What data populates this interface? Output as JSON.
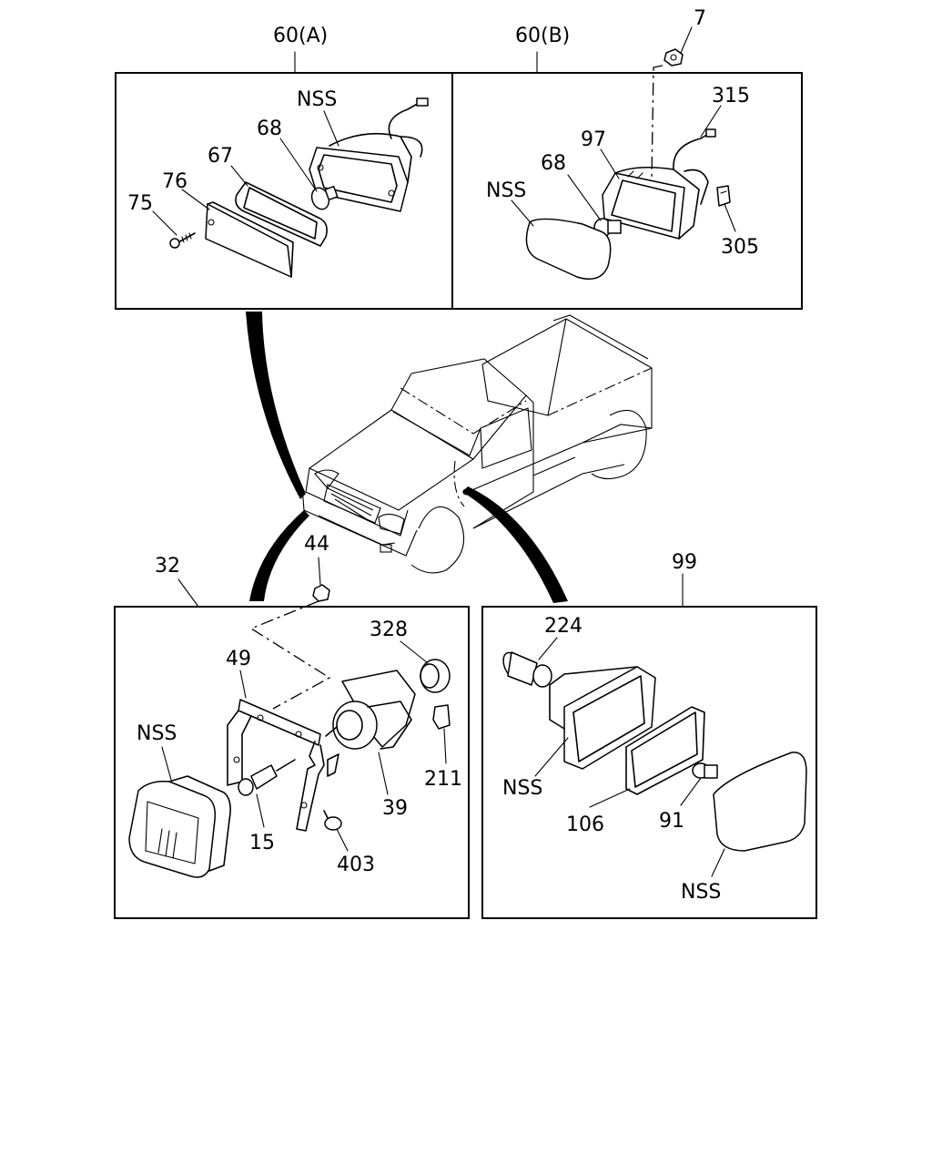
{
  "panels": {
    "side_a": {
      "title": "60(A)",
      "labels": {
        "nss": "NSS",
        "p68": "68",
        "p67": "67",
        "p76": "76",
        "p75": "75"
      }
    },
    "side_b": {
      "title": "60(B)",
      "labels": {
        "p7": "7",
        "p315": "315",
        "p97": "97",
        "p68": "68",
        "nss": "NSS",
        "p305": "305"
      }
    },
    "fog_left": {
      "title": "32",
      "labels": {
        "p44": "44",
        "p328": "328",
        "p49": "49",
        "nss": "NSS",
        "p211": "211",
        "p39": "39",
        "p15": "15",
        "p403": "403"
      }
    },
    "fog_right": {
      "title": "99",
      "labels": {
        "p224": "224",
        "nss_top": "NSS",
        "p106": "106",
        "p91": "91",
        "nss_bottom": "NSS"
      }
    }
  }
}
